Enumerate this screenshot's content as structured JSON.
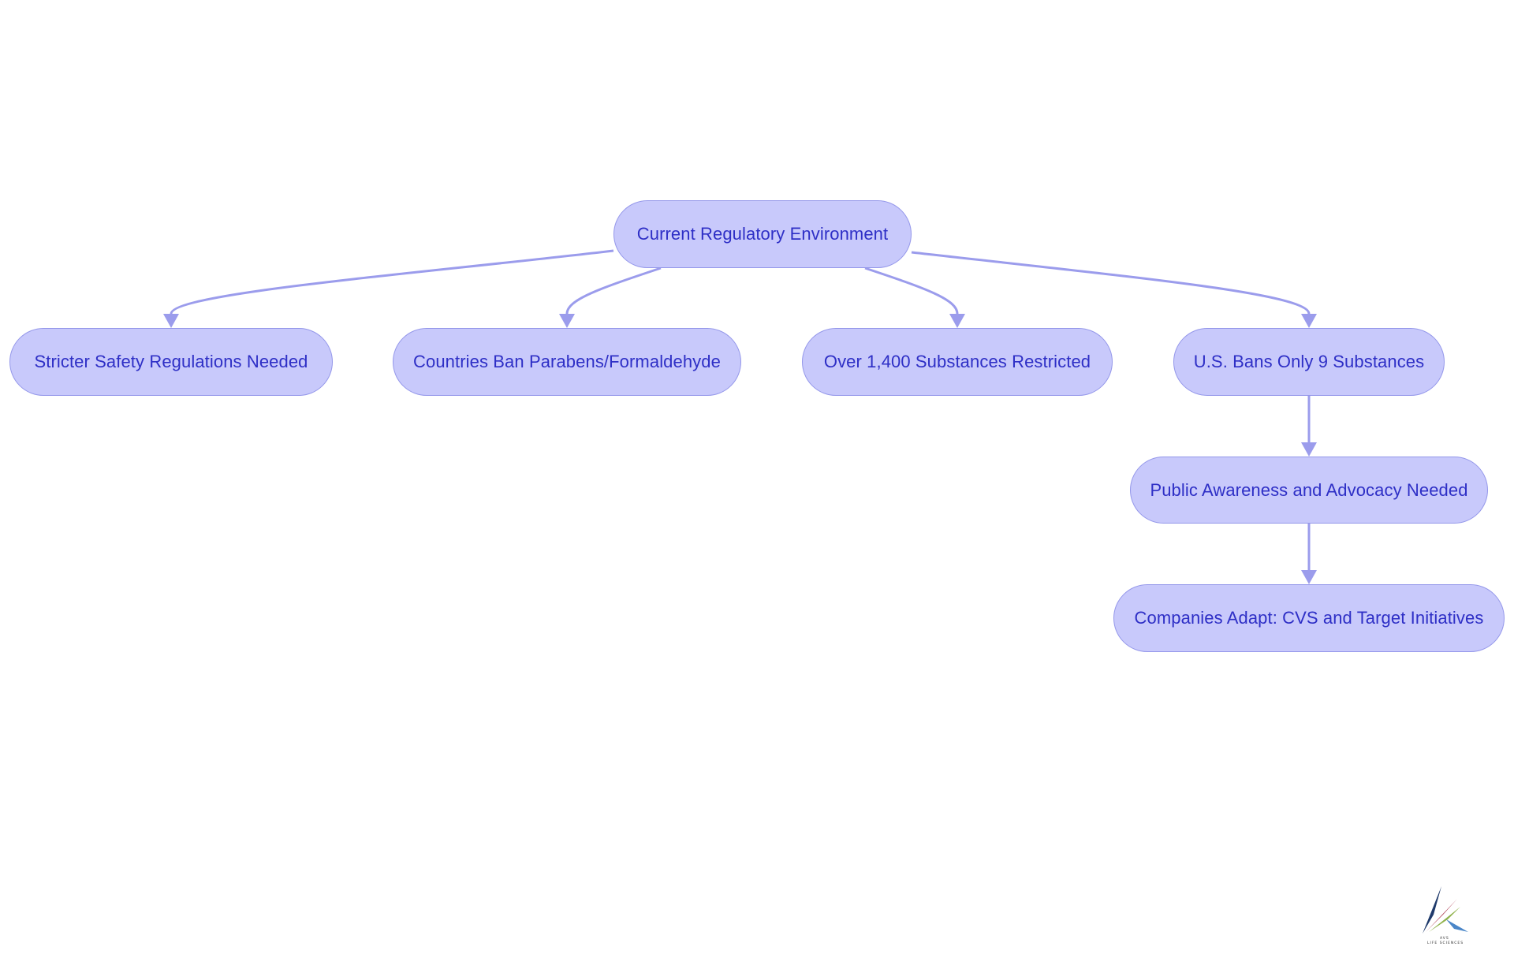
{
  "diagram": {
    "nodes": {
      "root": "Current Regulatory Environment",
      "stricter": "Stricter Safety Regulations Needed",
      "countries": "Countries Ban Parabens/Formaldehyde",
      "over": "Over 1,400 Substances Restricted",
      "usbans": "U.S. Bans Only 9 Substances",
      "public": "Public Awareness and Advocacy Needed",
      "companies": "Companies Adapt: CVS and Target Initiatives"
    },
    "edges": [
      {
        "from": "root",
        "to": "stricter"
      },
      {
        "from": "root",
        "to": "countries"
      },
      {
        "from": "root",
        "to": "over"
      },
      {
        "from": "root",
        "to": "usbans"
      },
      {
        "from": "usbans",
        "to": "public"
      },
      {
        "from": "public",
        "to": "companies"
      }
    ],
    "colors": {
      "node_fill": "#c8c9fb",
      "node_border": "#9497ea",
      "node_text": "#2e2fc6",
      "edge": "#9b9cec"
    }
  },
  "logo": {
    "line1": "AVS",
    "line2": "LIFE SCIENCES"
  }
}
